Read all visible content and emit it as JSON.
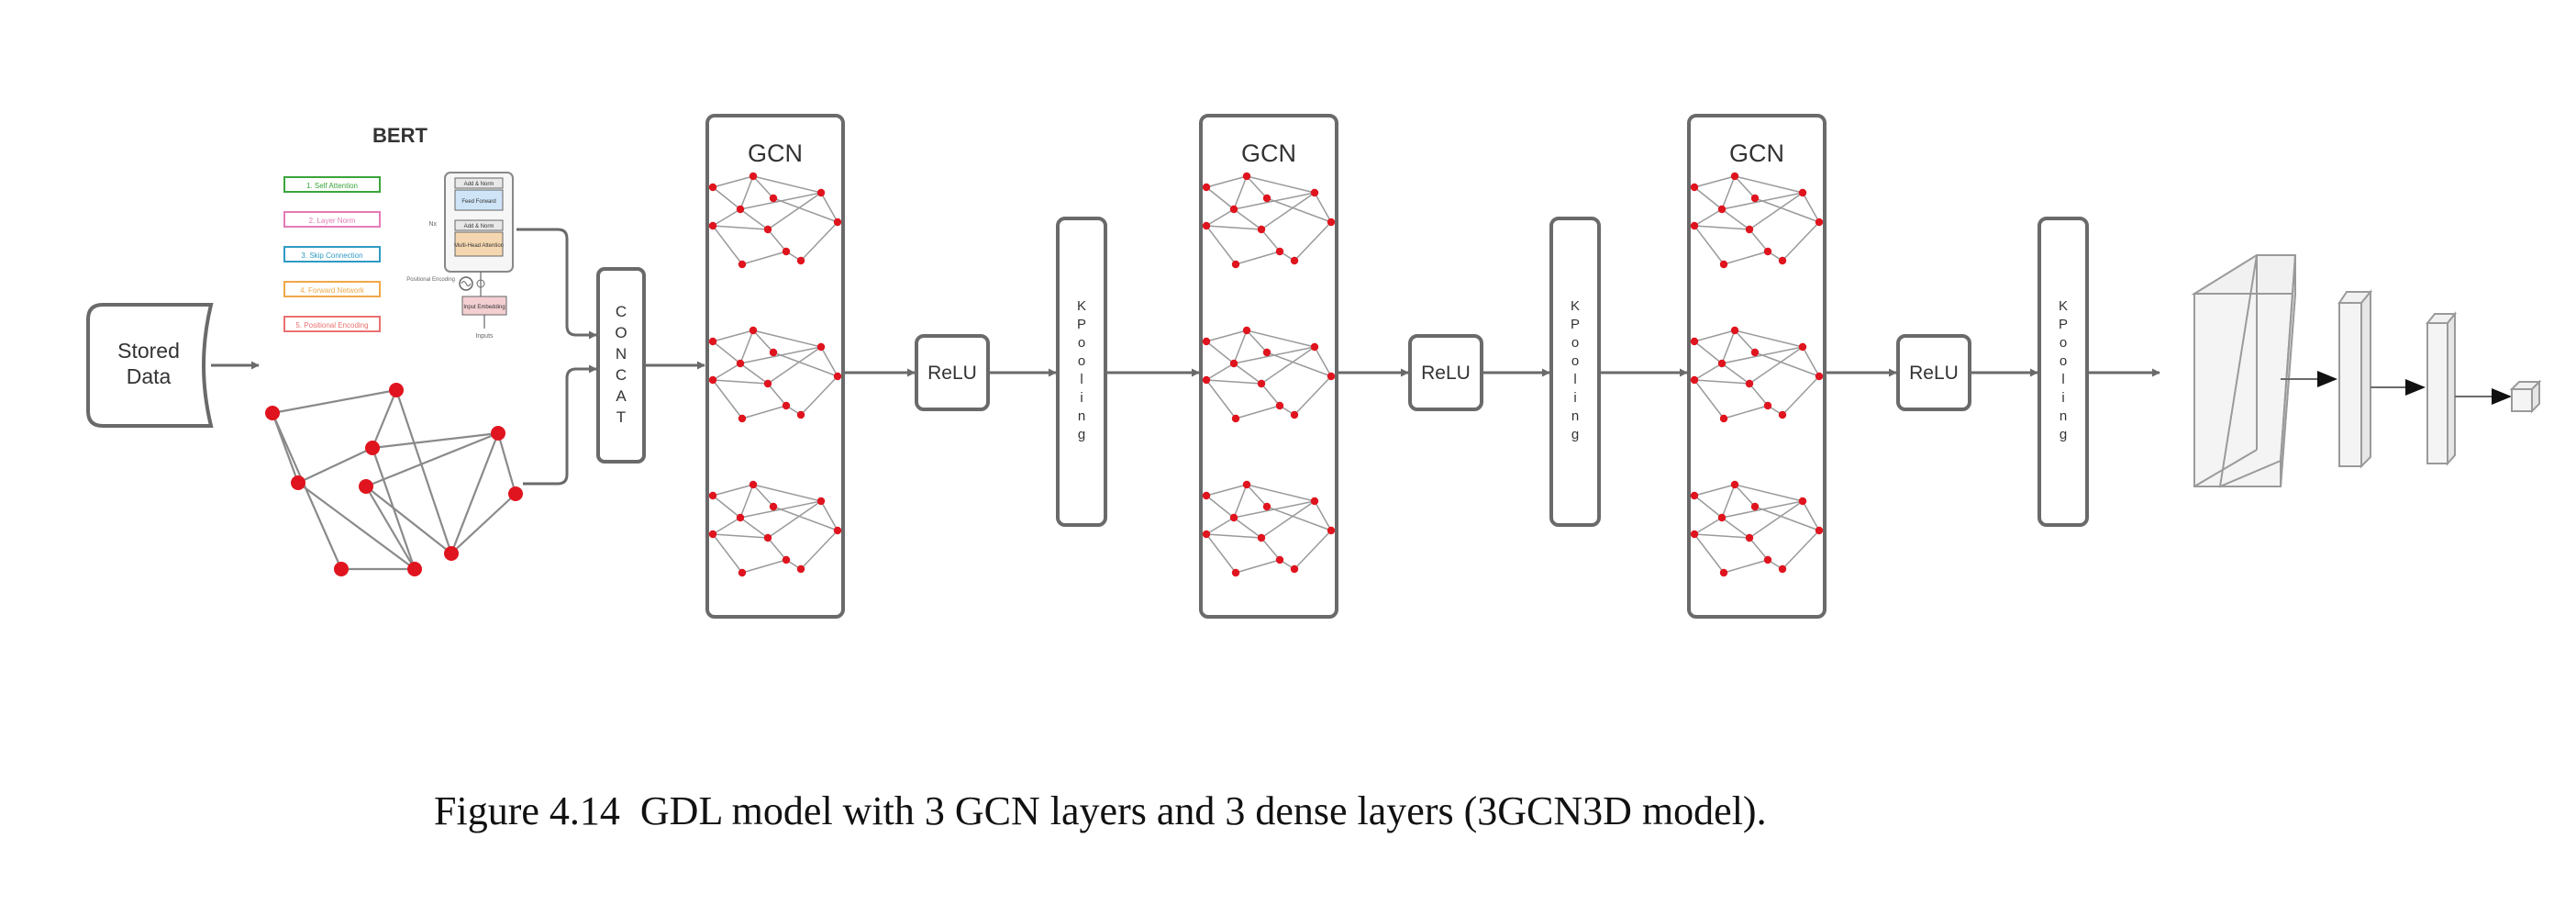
{
  "diagram": {
    "input": {
      "label_line1": "Stored",
      "label_line2": "Data"
    },
    "bert": {
      "title": "BERT",
      "legend": [
        "1. Self Attention",
        "2. Layer Norm",
        "3. Skip Connection",
        "4. Forward Network",
        "5. Positional Encoding"
      ],
      "stack_labels": [
        "Add & Norm",
        "Feed Forward",
        "Add & Norm",
        "Multi-Head Attention",
        "Input Embedding"
      ],
      "side_labels": {
        "nx": "Nx",
        "positional": "Positional Encoding",
        "inputs": "Inputs"
      }
    },
    "concat": {
      "letters": [
        "C",
        "O",
        "N",
        "C",
        "A",
        "T"
      ]
    },
    "blocks": [
      {
        "gcn_label": "GCN",
        "relu_label": "ReLU",
        "pool_letters": [
          "K",
          "P",
          "o",
          "o",
          "l",
          "i",
          "n",
          "g"
        ]
      },
      {
        "gcn_label": "GCN",
        "relu_label": "ReLU",
        "pool_letters": [
          "K",
          "P",
          "o",
          "o",
          "l",
          "i",
          "n",
          "g"
        ]
      },
      {
        "gcn_label": "GCN",
        "relu_label": "ReLU",
        "pool_letters": [
          "K",
          "P",
          "o",
          "o",
          "l",
          "i",
          "n",
          "g"
        ]
      }
    ],
    "colors": {
      "stroke": "#6a6a6a",
      "node": "#e0141e",
      "legend": [
        "#3aa53a",
        "#e47bb5",
        "#2e9bc4",
        "#f0a848",
        "#ea7070"
      ],
      "bert_blue": "#cfe4f7",
      "bert_orange": "#f4d7b0",
      "bert_pink": "#f3cfd2"
    }
  },
  "caption": {
    "figure": "Figure 4.14",
    "text": "GDL model with 3 GCN layers and 3 dense layers (3GCN3D model)."
  }
}
